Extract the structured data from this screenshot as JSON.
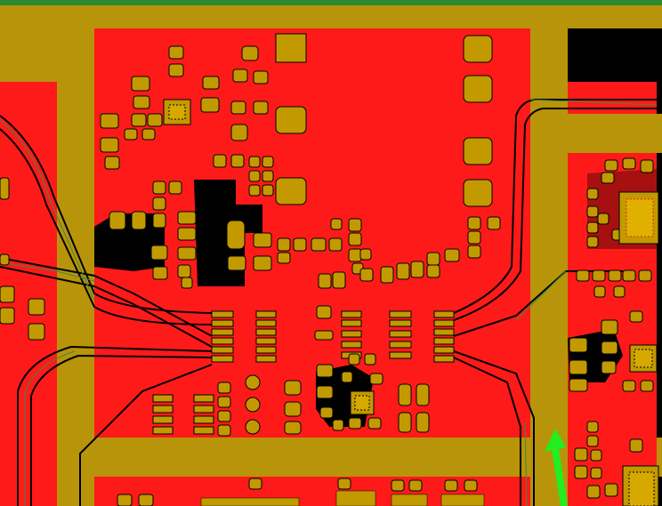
{
  "view": {
    "kind": "pcb-layout-view",
    "visible_text": []
  },
  "colors": {
    "background": "#000000",
    "copper_fill": "#ff1a1a",
    "pad": "#c29a00",
    "keepout_frame": "#b8940a",
    "trace_outline": "#3d8a3d",
    "top_strip": "#2e8b2e",
    "cursor_arrow": "#22ee22"
  },
  "layers": [
    {
      "id": "copper-top",
      "name": "",
      "visible": true
    },
    {
      "id": "pads",
      "name": "",
      "visible": true
    },
    {
      "id": "keepout",
      "name": "",
      "visible": true
    }
  ],
  "icons": {
    "cursor": "arrow-cursor-icon"
  }
}
